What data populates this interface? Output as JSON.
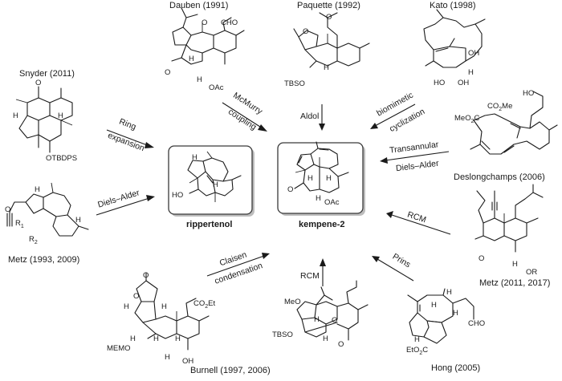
{
  "figure": {
    "title": "Synthetic approaches to rippertenol and kempene-2",
    "targets": [
      {
        "id": "rippertenol",
        "name": "rippertenol",
        "atoms": [
          "H",
          "H",
          "HO"
        ]
      },
      {
        "id": "kempene2",
        "name": "kempene-2",
        "atoms": [
          "H",
          "H",
          "H",
          "O",
          "OAc"
        ]
      }
    ],
    "precursors": [
      {
        "id": "snyder",
        "author": "Snyder (2011)",
        "atoms": [
          "O",
          "H",
          "H",
          "OTBDPS"
        ],
        "method": [
          "Ring",
          "expansion"
        ],
        "target": "rippertenol"
      },
      {
        "id": "metz1993",
        "author": "Metz (1993, 2009)",
        "atoms": [
          "H",
          "O",
          "H",
          "R1",
          "R2"
        ],
        "method": [
          "Diels–Alder"
        ],
        "target": "rippertenol"
      },
      {
        "id": "dauben",
        "author": "Dauben (1991)",
        "atoms": [
          "O",
          "CHO",
          "H",
          "O",
          "H",
          "OAc"
        ],
        "method": [
          "McMurry",
          "coupling"
        ],
        "target": "kempene-2"
      },
      {
        "id": "paquette",
        "author": "Paquette (1992)",
        "atoms": [
          "O",
          "O",
          "H",
          "TBSO"
        ],
        "method": [
          "Aldol"
        ],
        "target": "kempene-2"
      },
      {
        "id": "kato",
        "author": "Kato (1998)",
        "atoms": [
          "OH",
          "H",
          "HO",
          "OH"
        ],
        "method": [
          "biomimetic",
          "cyclization"
        ],
        "target": "kempene-2"
      },
      {
        "id": "deslongchamps",
        "author": "Deslongchamps (2006)",
        "atoms": [
          "HO",
          "CO2Me",
          "MeO2C"
        ],
        "method": [
          "Transannular",
          "Diels–Alder"
        ],
        "target": "kempene-2"
      },
      {
        "id": "metz2011",
        "author": "Metz (2011, 2017)",
        "atoms": [
          "O",
          "H",
          "OR"
        ],
        "method": [
          "RCM"
        ],
        "target": "kempene-2"
      },
      {
        "id": "hong",
        "author": "Hong (2005)",
        "atoms": [
          "H",
          "H",
          "H",
          "CHO",
          "H",
          "EtO2C"
        ],
        "method": [
          "Prins"
        ],
        "target": "kempene-2"
      },
      {
        "id": "unnamed",
        "author": "",
        "atoms": [
          "MeO",
          "H",
          "O",
          "TBSO",
          "H",
          "O"
        ],
        "method": [
          "RCM"
        ],
        "target": "kempene-2"
      },
      {
        "id": "burnell",
        "author": "Burnell (1997, 2006)",
        "atoms": [
          "O",
          "O",
          "H",
          "H",
          "CO2Et",
          "H",
          "H",
          "H",
          "MEMO",
          "H",
          "OH"
        ],
        "method": [
          "Claisen",
          "condensation"
        ],
        "target": "kempene-2"
      }
    ]
  }
}
